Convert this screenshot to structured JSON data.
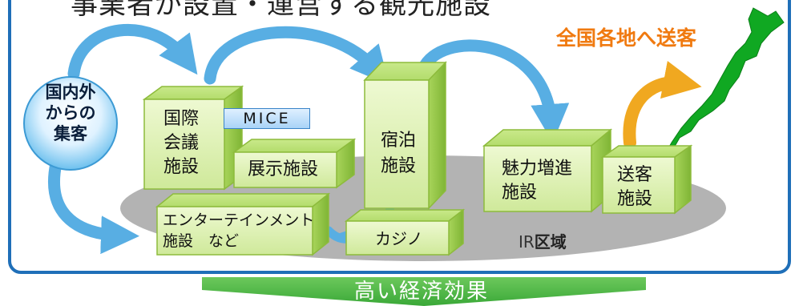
{
  "title": "事業者が設置・運営する観光施設",
  "national_label": "全国各地へ送客",
  "visitor_circle": {
    "lines": [
      "国内外",
      "からの",
      "集客"
    ]
  },
  "facilities": {
    "conference": {
      "lines": [
        "国際",
        "会議",
        "施設"
      ]
    },
    "mice": "MICE",
    "exhibition": "展示施設",
    "hotel": {
      "lines": [
        "宿泊",
        "施設"
      ]
    },
    "attraction": {
      "lines": [
        "魅力増進",
        "施設"
      ]
    },
    "transfer": {
      "lines": [
        "送客",
        "施設"
      ]
    },
    "entertainment": {
      "lines": [
        "エンターテインメント",
        "施設　など"
      ]
    },
    "casino": "カジノ"
  },
  "ir_area": {
    "prefix": "IR",
    "suffix": "区域"
  },
  "result": "高い経済効果",
  "colors": {
    "frame": "#1f6fb8",
    "box_front": "#dff3b4",
    "box_edge": "#8dbb3c",
    "arrow_blue": "#58aee3",
    "arrow_orange": "#f0a820",
    "national_text": "#f07a10",
    "japan_green": "#10a822",
    "ellipse_gray": "#b3b3b3",
    "result_green": "#4cb848"
  },
  "icons": [
    "japan-map-icon",
    "globe-circle-icon"
  ]
}
